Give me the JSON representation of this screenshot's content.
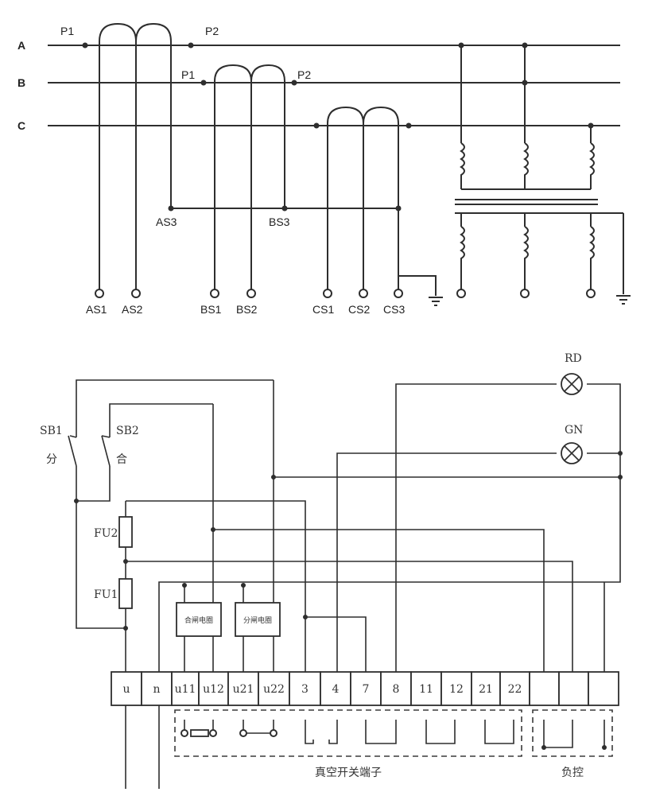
{
  "top": {
    "phases": [
      "A",
      "B",
      "C"
    ],
    "p1": "P1",
    "p2": "P2",
    "as3": "AS3",
    "bs3": "BS3",
    "terminals": [
      "AS1",
      "AS2",
      "BS1",
      "BS2",
      "CS1",
      "CS2",
      "CS3"
    ]
  },
  "bottom": {
    "sb1": "SB1",
    "sb1_cn": "分",
    "sb2": "SB2",
    "sb2_cn": "合",
    "fu2": "FU2",
    "fu1": "FU1",
    "rd": "RD",
    "gn": "GN",
    "close_coil": "合闸电圈",
    "open_coil": "分闸电圈",
    "strip": [
      "u",
      "n",
      "u11",
      "u12",
      "u21",
      "u22",
      "3",
      "4",
      "7",
      "8",
      "11",
      "12",
      "21",
      "22",
      "",
      "",
      ""
    ],
    "group_vacuum": "真空开关端子",
    "group_load": "负控"
  }
}
